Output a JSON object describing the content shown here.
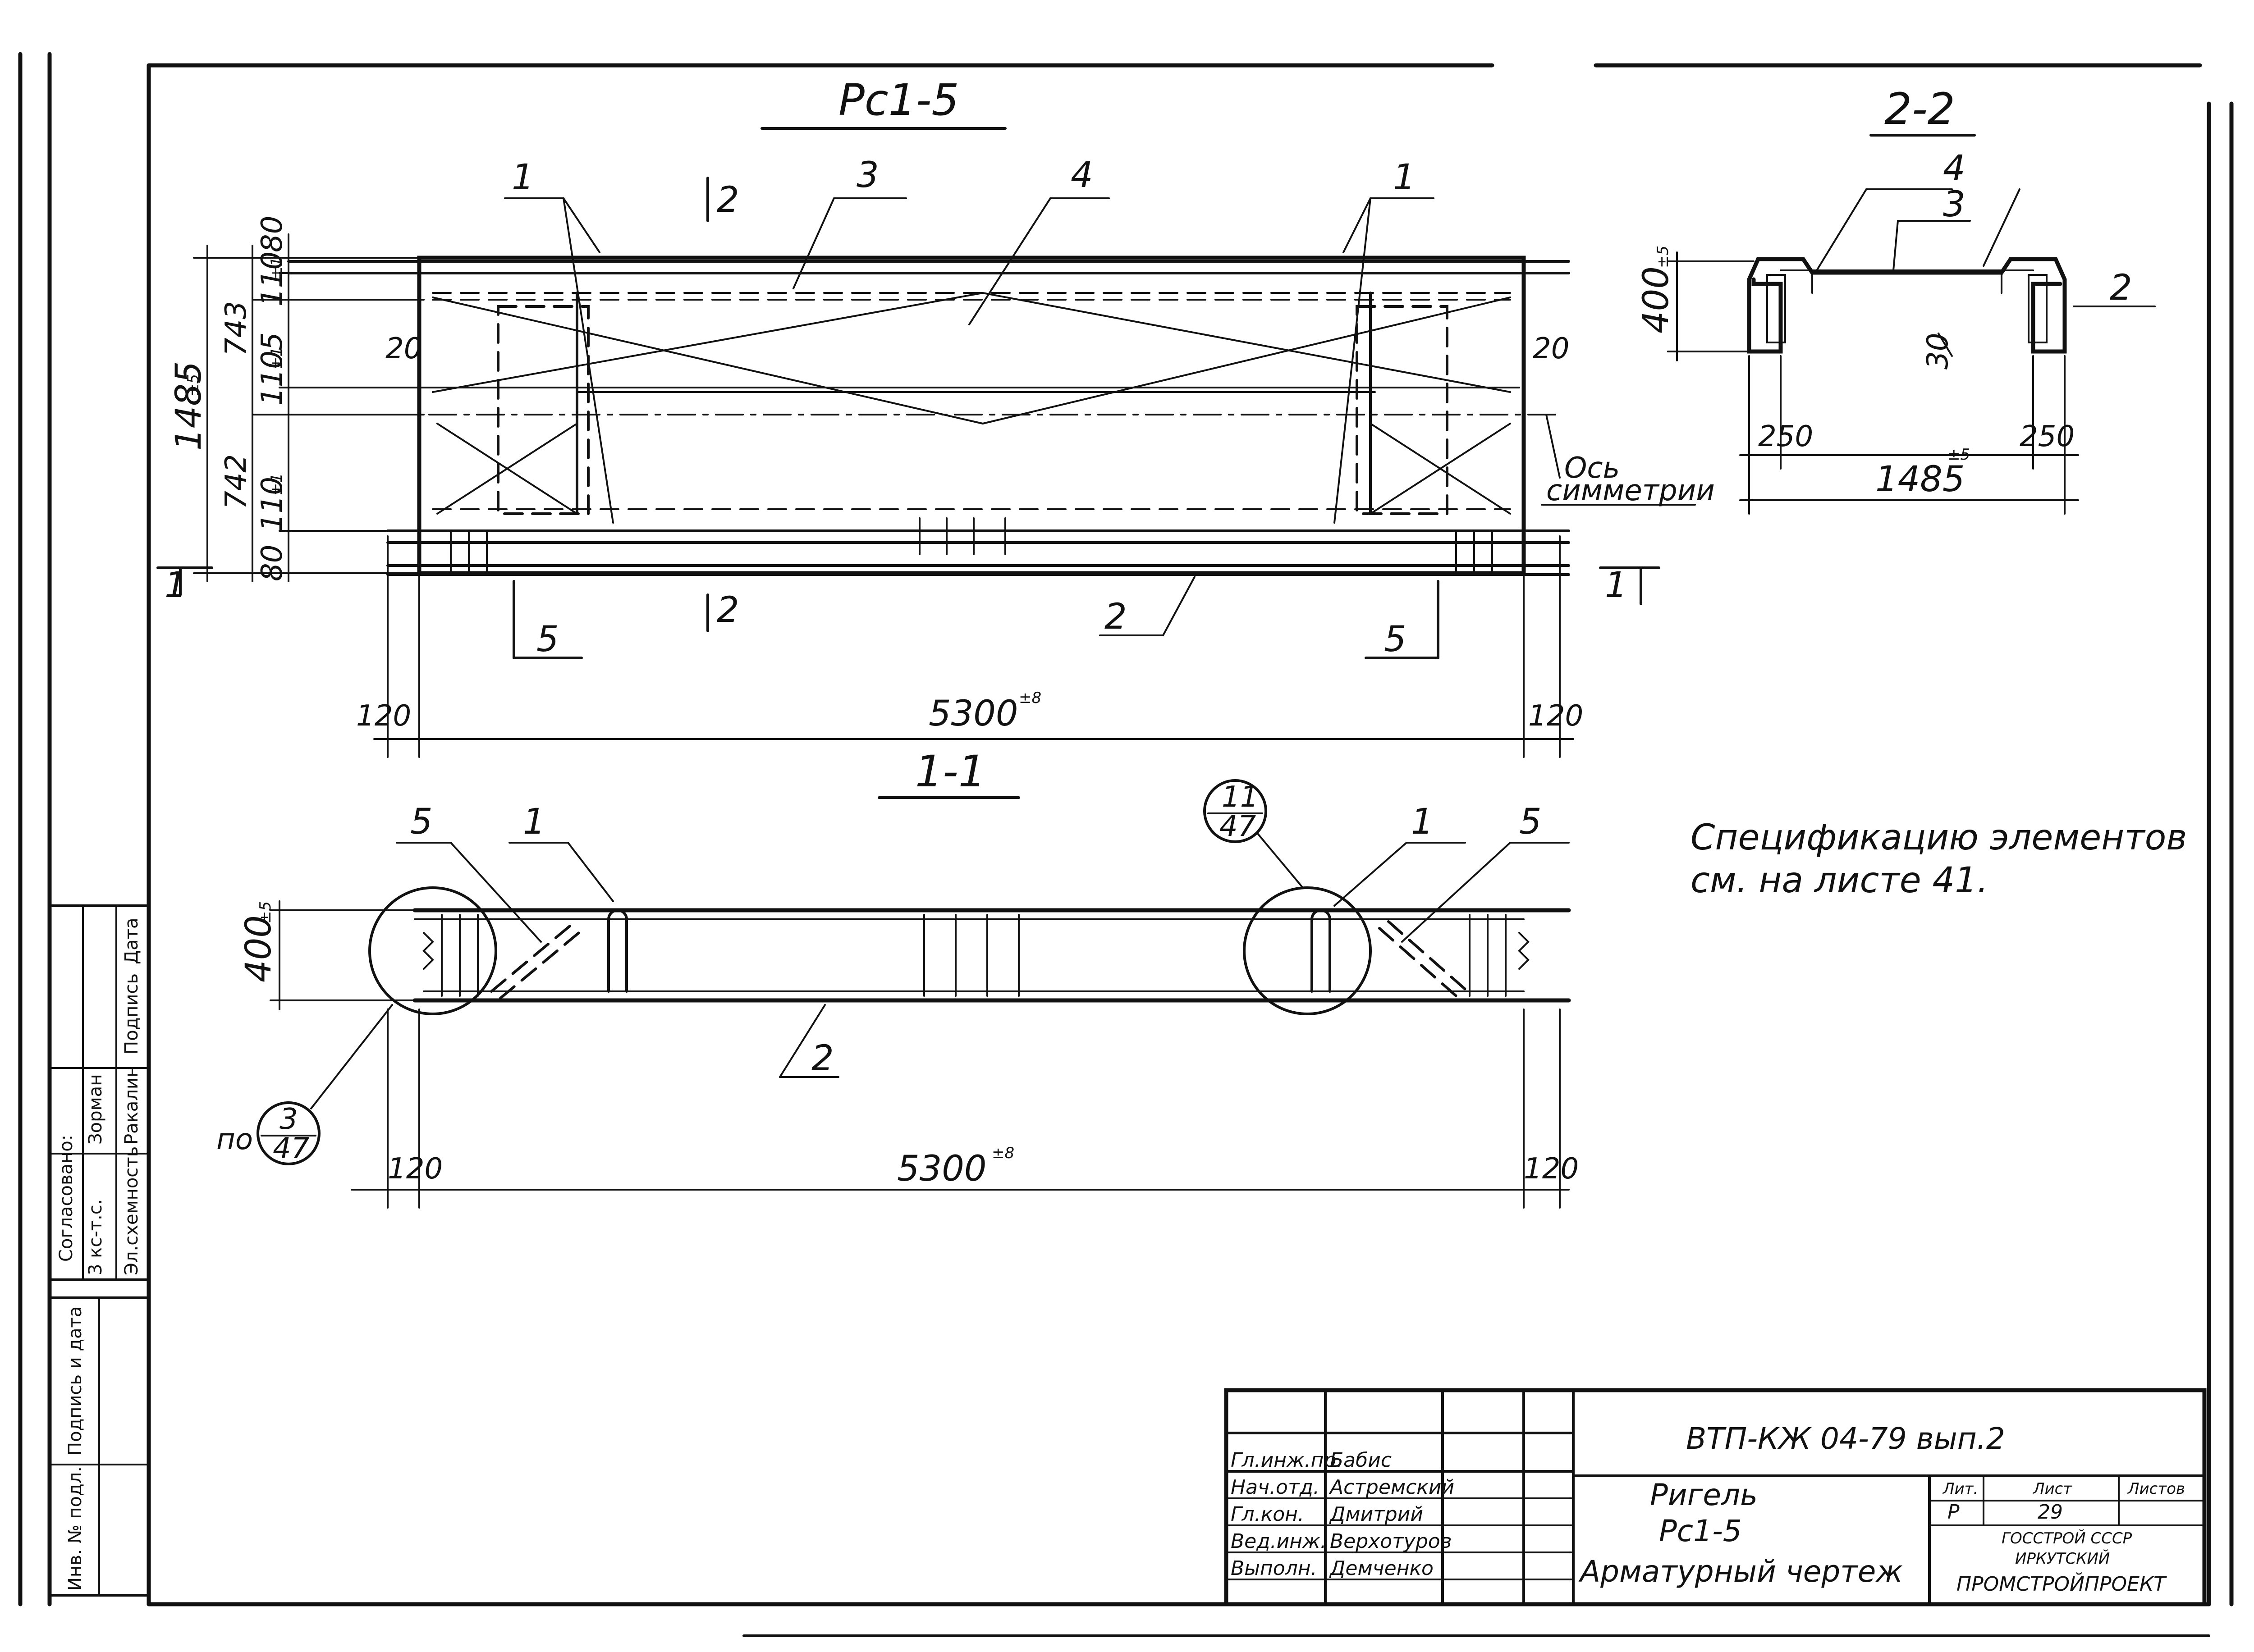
{
  "views": {
    "plan": {
      "title": "Рс1-5",
      "callouts": [
        "1",
        "3",
        "4",
        "1",
        "2",
        "5",
        "5"
      ],
      "section_marks": [
        "2",
        "2",
        "1",
        "1"
      ],
      "dims": {
        "length": "5300",
        "length_tol": "±8",
        "end_left": "120",
        "end_right": "120",
        "height": "1485",
        "height_tol": "±5",
        "v1": "80",
        "v2": "110",
        "v2_tol": "±1",
        "v3": "743",
        "v4": "1105",
        "v4_tol": "±1",
        "v5": "742",
        "v6": "110",
        "v6_tol": "±1",
        "v7": "80",
        "side_l": "20",
        "side_r": "20"
      },
      "axis_label_1": "Ось",
      "axis_label_2": "симметрии"
    },
    "section_2_2": {
      "title": "2-2",
      "callouts": [
        "4",
        "3",
        "2"
      ],
      "dims": {
        "height": "400",
        "height_tol": "±5",
        "flange": "30",
        "left": "250",
        "right": "250",
        "tol": "±5",
        "width": "1485"
      }
    },
    "section_1_1": {
      "title": "1-1",
      "callouts": [
        "5",
        "1",
        "1",
        "5",
        "2"
      ],
      "detail_ref_1": {
        "top": "11",
        "bottom": "47"
      },
      "detail_ref_2": {
        "prefix": "по",
        "top": "3",
        "bottom": "47"
      },
      "dims": {
        "height": "400",
        "height_tol": "±5",
        "length": "5300",
        "length_tol": "±8",
        "end_left": "120",
        "end_right": "120"
      }
    }
  },
  "note": {
    "line1": "Спецификацию элементов",
    "line2": "см. на листе 41."
  },
  "approval_stamp": {
    "title": "Согласовано:",
    "row1": "3 кс-т.с.",
    "row2": "Зорман",
    "row3": "Эл.схемность",
    "row4": "Ракалин",
    "row5": "Подпись",
    "row6": "Дата"
  },
  "side_strip": {
    "c1": "Инв. № подл.",
    "c2": "Подпись и дата"
  },
  "title_block": {
    "code": "ВТП-КЖ 04-79 вып.2",
    "roles": [
      "Гл.инж.пр.",
      "Нач.отд.",
      "Гл.кон.",
      "Вед.инж.",
      "Выполн."
    ],
    "names": [
      "Бабис",
      "Астремский",
      "Дмитрий",
      "Верхотуров",
      "Демченко"
    ],
    "title_1": "Ригель",
    "title_2": "Рс1-5",
    "title_3": "Арматурный чертеж",
    "col_stage": "Лит.",
    "col_sheet": "Лист",
    "col_sheets": "Листов",
    "stage": "Р",
    "sheet": "29",
    "org_1": "ГОССТРОЙ СССР",
    "org_2": "ИРКУТСКИЙ",
    "org_3": "ПРОМСТРОЙПРОЕКТ"
  }
}
